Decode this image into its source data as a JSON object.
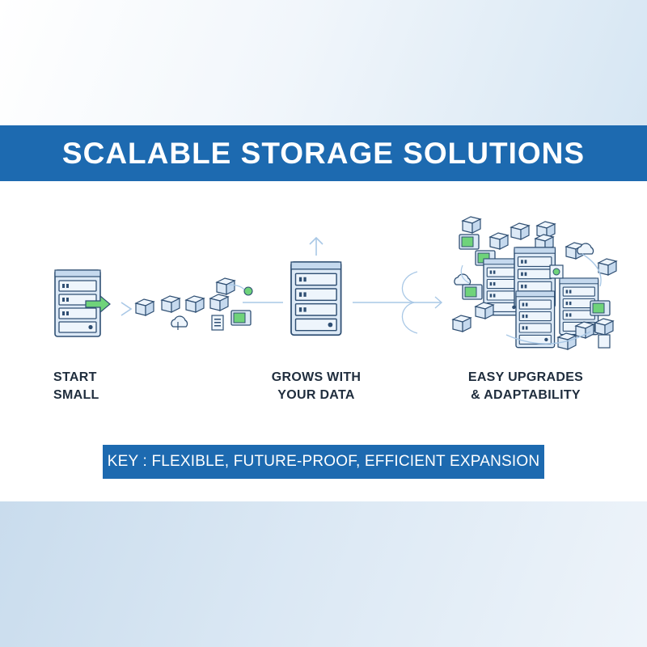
{
  "title": "SCALABLE STORAGE SOLUTIONS",
  "stages": [
    {
      "line1": "START",
      "line2": "SMALL"
    },
    {
      "line1": "GROWS WITH",
      "line2": "YOUR DATA"
    },
    {
      "line1": "EASY UPGRADES",
      "line2": "& ADAPTABILITY"
    }
  ],
  "key": "KEY : FLEXIBLE, FUTURE-PROOF, EFFICIENT EXPANSION",
  "colors": {
    "brand_blue": "#1d6ab0",
    "server_fill": "#dce9f6",
    "server_stroke": "#2f4f73",
    "accent_green": "#6fd37a",
    "arrow_light": "#a9c8e6"
  },
  "icons": [
    "server-rack-icon",
    "storage-block-icon",
    "cloud-icon",
    "arrow-icon",
    "drive-icon"
  ]
}
